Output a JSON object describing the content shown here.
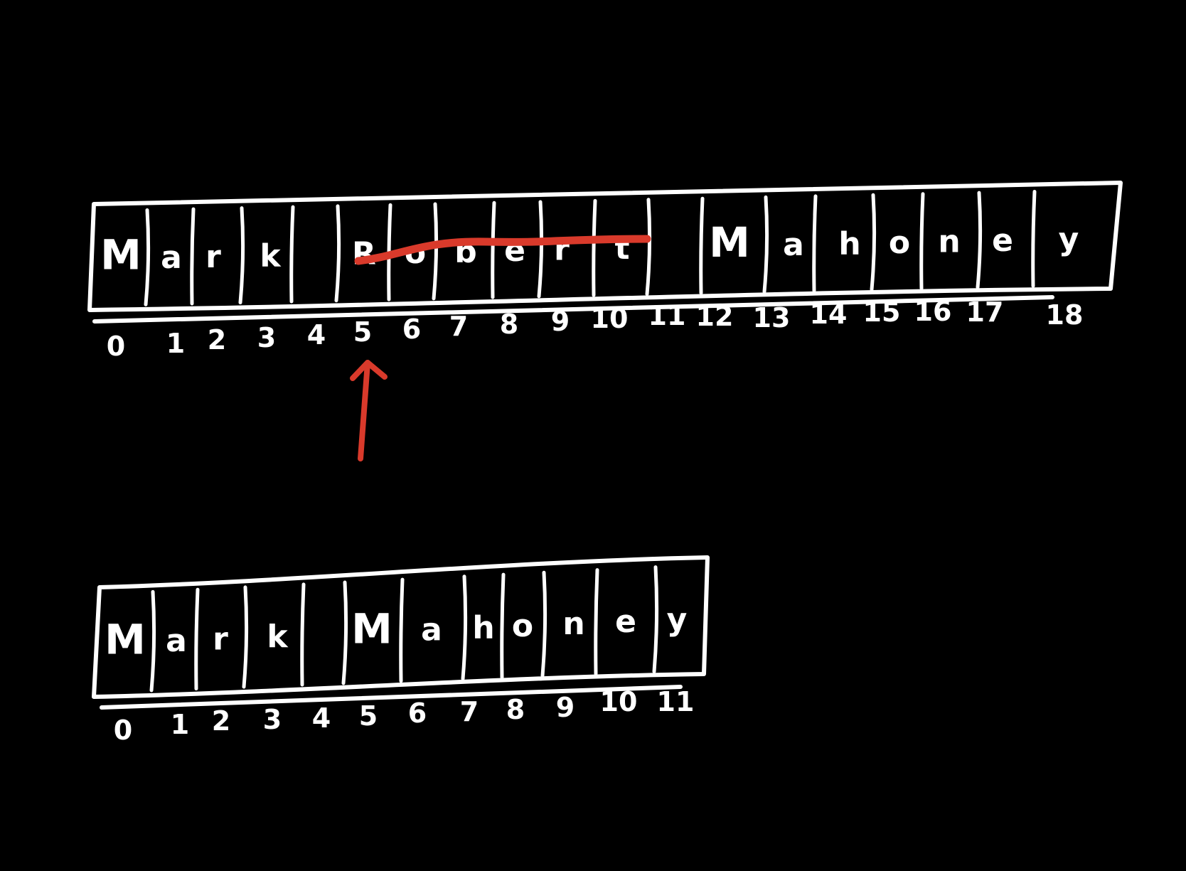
{
  "colors": {
    "background": "#000000",
    "ink": "#ffffff",
    "strike": "#d93a2b"
  },
  "top_array": {
    "cells": [
      "M",
      "a",
      "r",
      "k",
      "",
      "R",
      "o",
      "b",
      "e",
      "r",
      "t",
      "M",
      "a",
      "h",
      "o",
      "n",
      "e",
      "y"
    ],
    "indices": [
      "0",
      "1",
      "2",
      "3",
      "4",
      "5",
      "6",
      "7",
      "8",
      "9",
      "10",
      "11",
      "12",
      "13",
      "14",
      "15",
      "16",
      "17",
      "18"
    ],
    "struck_from_index": 5,
    "struck_to_index": 11,
    "arrow_points_to_index": 5
  },
  "bottom_array": {
    "cells": [
      "M",
      "a",
      "r",
      "k",
      "",
      "M",
      "a",
      "h",
      "o",
      "n",
      "e",
      "y"
    ],
    "indices": [
      "0",
      "1",
      "2",
      "3",
      "4",
      "5",
      "6",
      "7",
      "8",
      "9",
      "10",
      "11"
    ]
  }
}
